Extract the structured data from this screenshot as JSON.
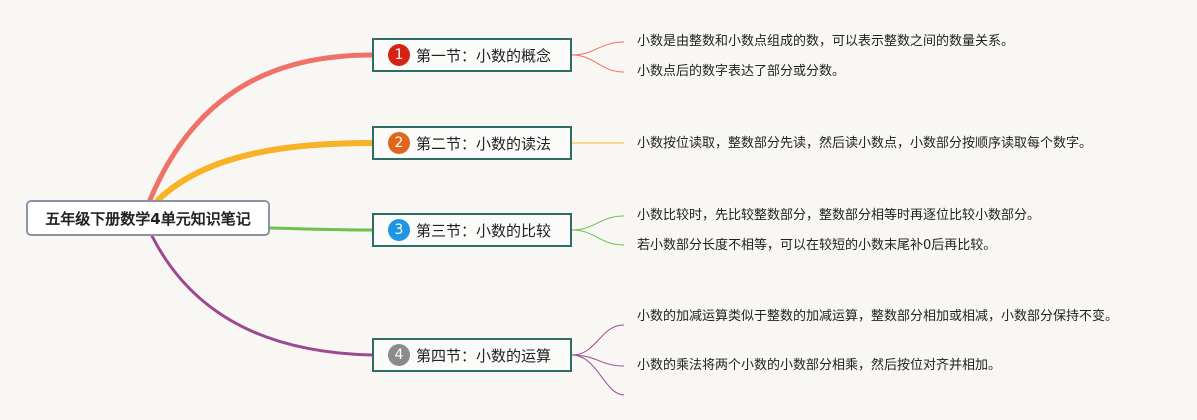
{
  "root": {
    "title": "五年级下册数学4单元知识笔记"
  },
  "sections": [
    {
      "number": "1",
      "title": "第一节：小数的概念",
      "color": "#f07167",
      "badge_color": "#d62216",
      "notes": [
        "小数是由整数和小数点组成的数，可以表示整数之间的数量关系。",
        "小数点后的数字表达了部分或分数。"
      ]
    },
    {
      "number": "2",
      "title": "第二节：小数的读法",
      "color": "#f7b225",
      "badge_color": "#e1661c",
      "notes": [
        "小数按位读取，整数部分先读，然后读小数点，小数部分按顺序读取每个数字。"
      ]
    },
    {
      "number": "3",
      "title": "第三节：小数的比较",
      "color": "#6cc24a",
      "badge_color": "#1e96e0",
      "notes": [
        "小数比较时，先比较整数部分，整数部分相等时再逐位比较小数部分。",
        "若小数部分长度不相等，可以在较短的小数末尾补0后再比较。"
      ]
    },
    {
      "number": "4",
      "title": "第四节：小数的运算",
      "color": "#9c4a8f",
      "badge_color": "#8b8b8b",
      "notes": [
        "小数的加减运算类似于整数的加减运算，整数部分相加或相减，小数部分保持不变。",
        "小数的乘法将两个小数的小数部分相乘，然后按位对齐并相加。"
      ]
    }
  ]
}
